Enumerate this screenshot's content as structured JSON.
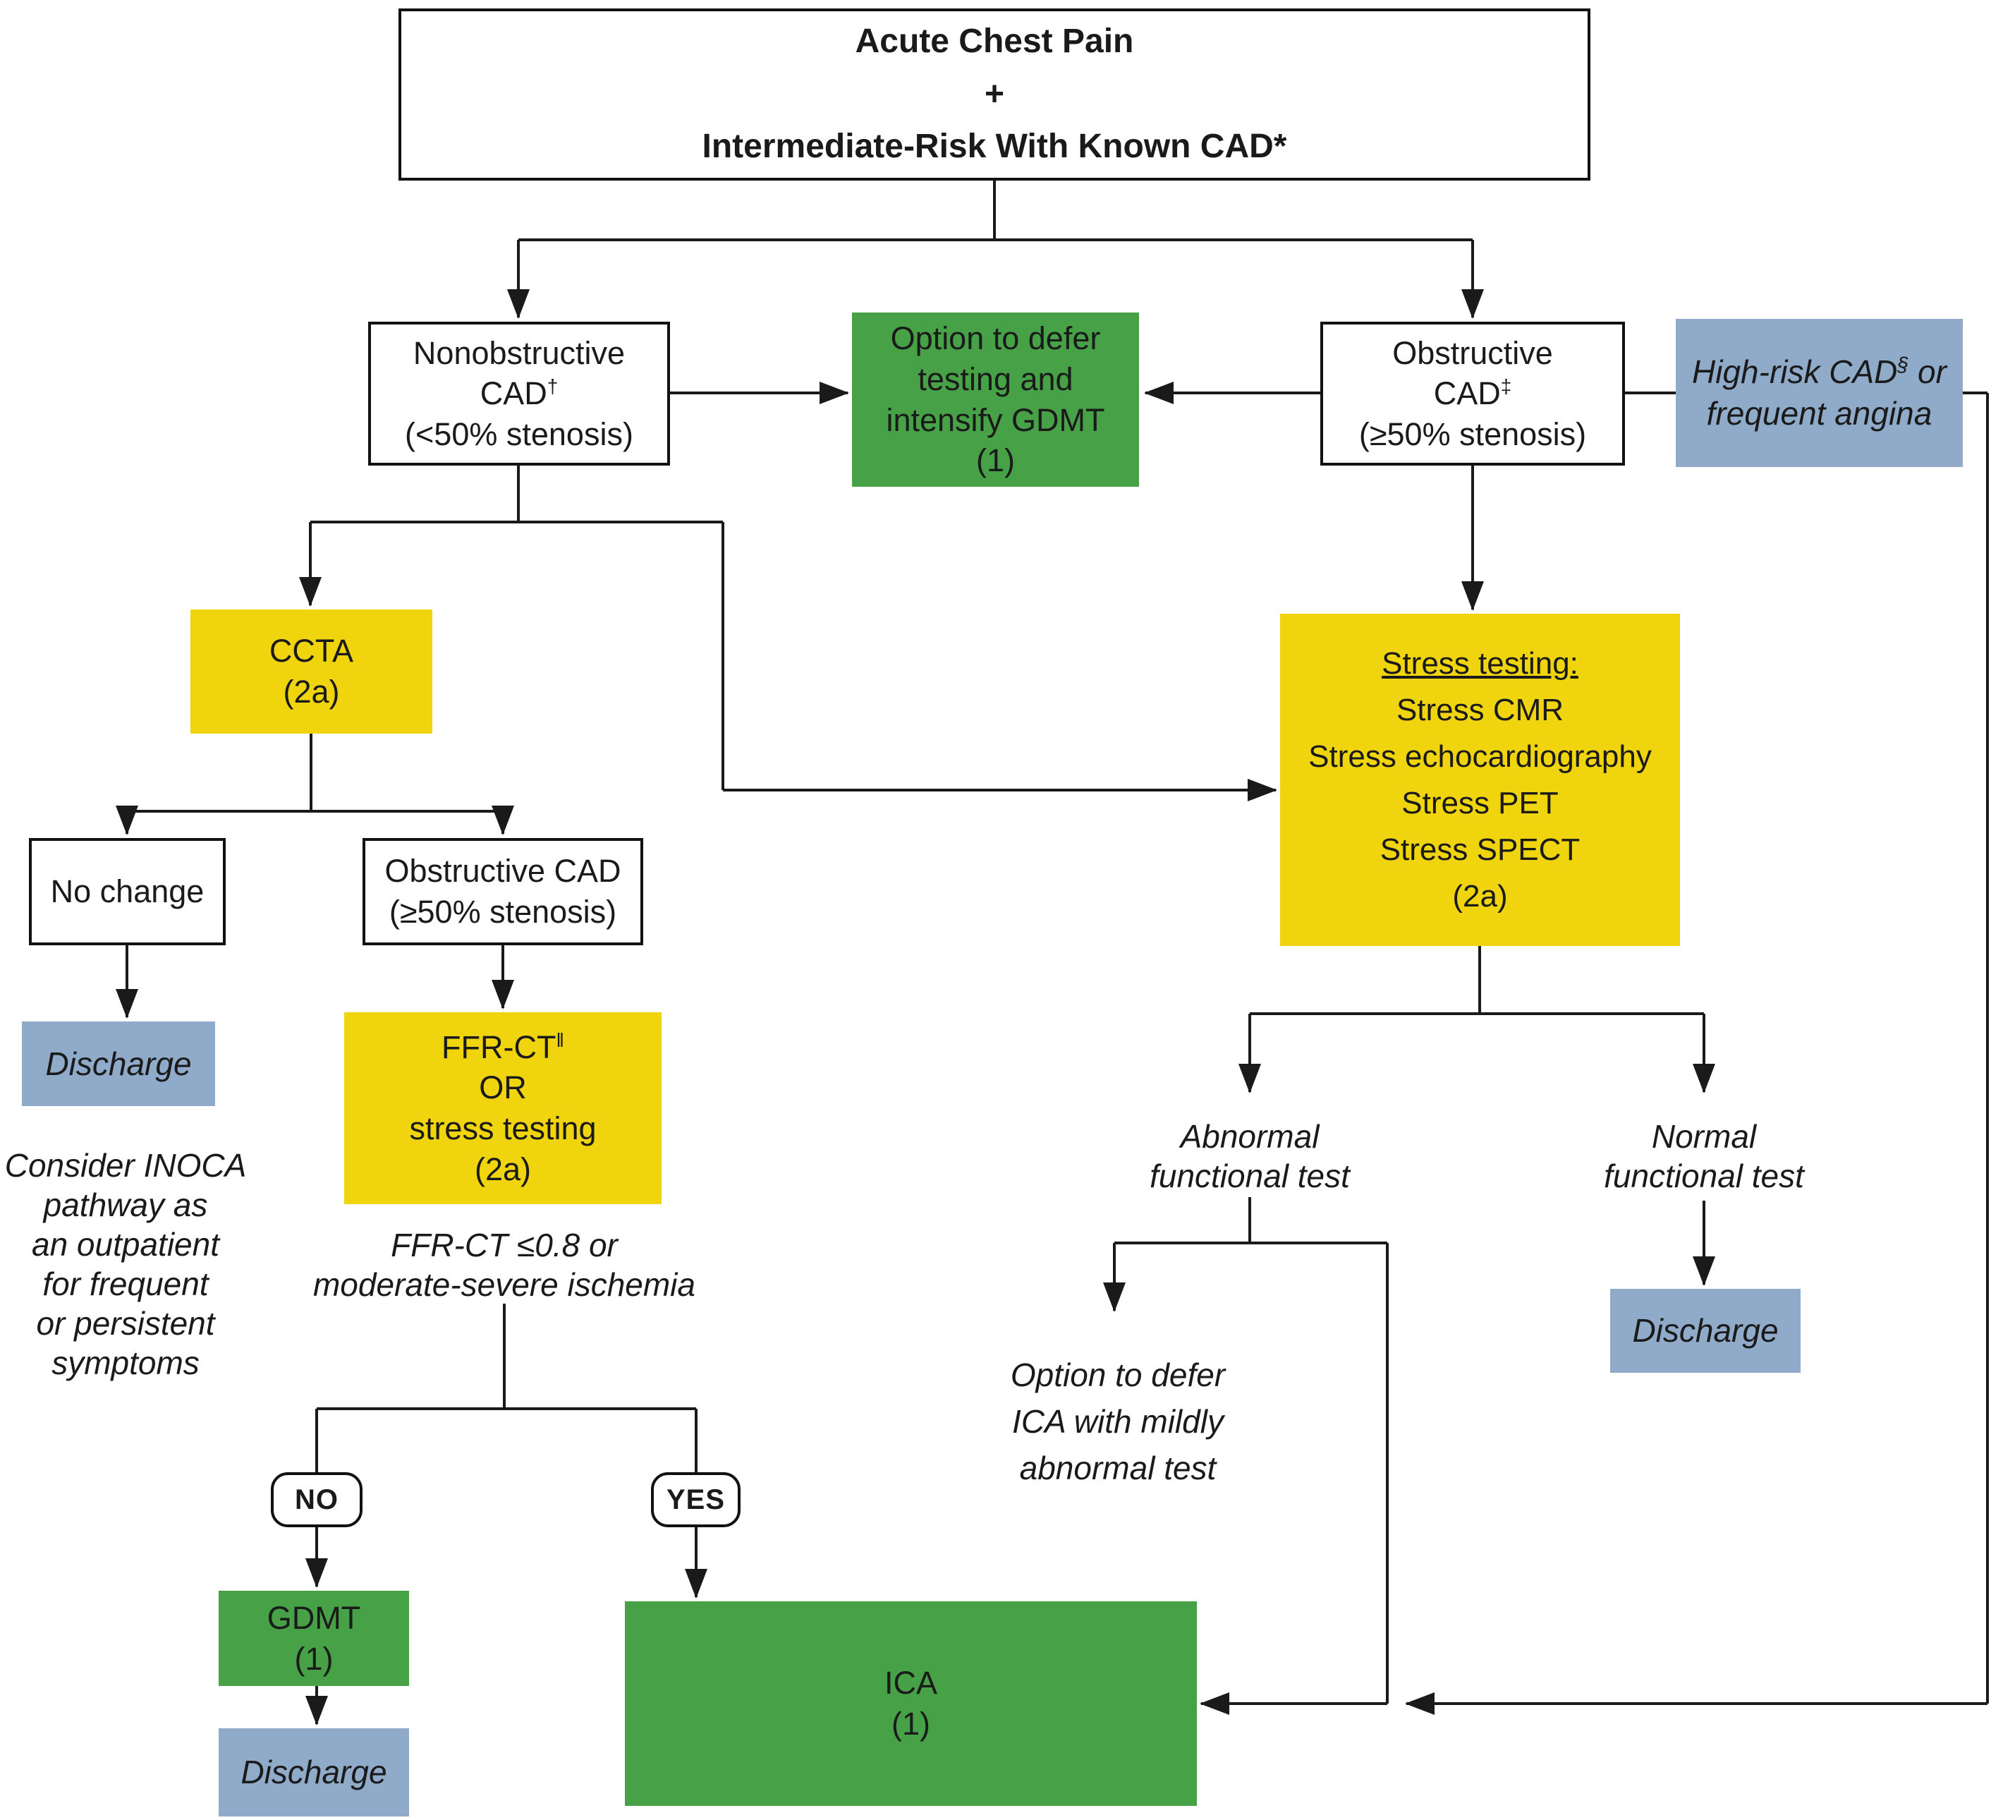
{
  "title_box": {
    "line1": "Acute Chest Pain",
    "line2": "+",
    "line3": "Intermediate-Risk With Known CAD*"
  },
  "nodes": {
    "nonobstructive": {
      "line1": "Nonobstructive",
      "line2_main": "CAD",
      "line2_sup": "†",
      "line3": "(<50% stenosis)"
    },
    "defer_testing": {
      "line1": "Option to defer",
      "line2": "testing and",
      "line3": "intensify GDMT",
      "line4": "(1)"
    },
    "obstructive": {
      "line1": "Obstructive",
      "line2_main": "CAD",
      "line2_sup": "‡",
      "line3": "(≥50% stenosis)"
    },
    "high_risk": {
      "line1_pre": "High-risk CAD",
      "line1_sup": "§",
      "line1_post": " or",
      "line2": "frequent angina"
    },
    "ccta": {
      "line1": "CCTA",
      "line2": "(2a)"
    },
    "no_change": {
      "line1": "No change"
    },
    "obstructive_cad2": {
      "line1": "Obstructive CAD",
      "line2": "(≥50% stenosis)"
    },
    "discharge1": {
      "label": "Discharge"
    },
    "inoca_note": {
      "line1": "Consider INOCA",
      "line2": "pathway as",
      "line3": "an outpatient",
      "line4": "for frequent",
      "line5": "or persistent",
      "line6": "symptoms"
    },
    "ffrct": {
      "line1_main": "FFR-CT",
      "line1_sup": "‖",
      "line2": "OR",
      "line3": "stress testing",
      "line4": "(2a)"
    },
    "ffrct_note": {
      "line1": "FFR-CT ≤0.8 or",
      "line2": "moderate-severe ischemia"
    },
    "no_pill": "NO",
    "yes_pill": "YES",
    "gdmt": {
      "line1": "GDMT",
      "line2": "(1)"
    },
    "discharge2": {
      "label": "Discharge"
    },
    "ica": {
      "line1": "ICA",
      "line2": "(1)"
    },
    "stress_testing": {
      "line1": "Stress testing:",
      "line2": "Stress CMR",
      "line3": "Stress echocardiography",
      "line4": "Stress PET",
      "line5": "Stress SPECT",
      "line6": "(2a)"
    },
    "abnormal": {
      "line1": "Abnormal",
      "line2": "functional test"
    },
    "normal": {
      "line1": "Normal",
      "line2": "functional test"
    },
    "discharge3": {
      "label": "Discharge"
    },
    "defer_ica_note": {
      "line1": "Option to defer",
      "line2": "ICA with mildly",
      "line3": "abnormal test"
    }
  },
  "colors": {
    "yellow": "#efd40e",
    "green": "#46a147",
    "blue": "#8fabc9",
    "line": "#1a1a1a"
  }
}
